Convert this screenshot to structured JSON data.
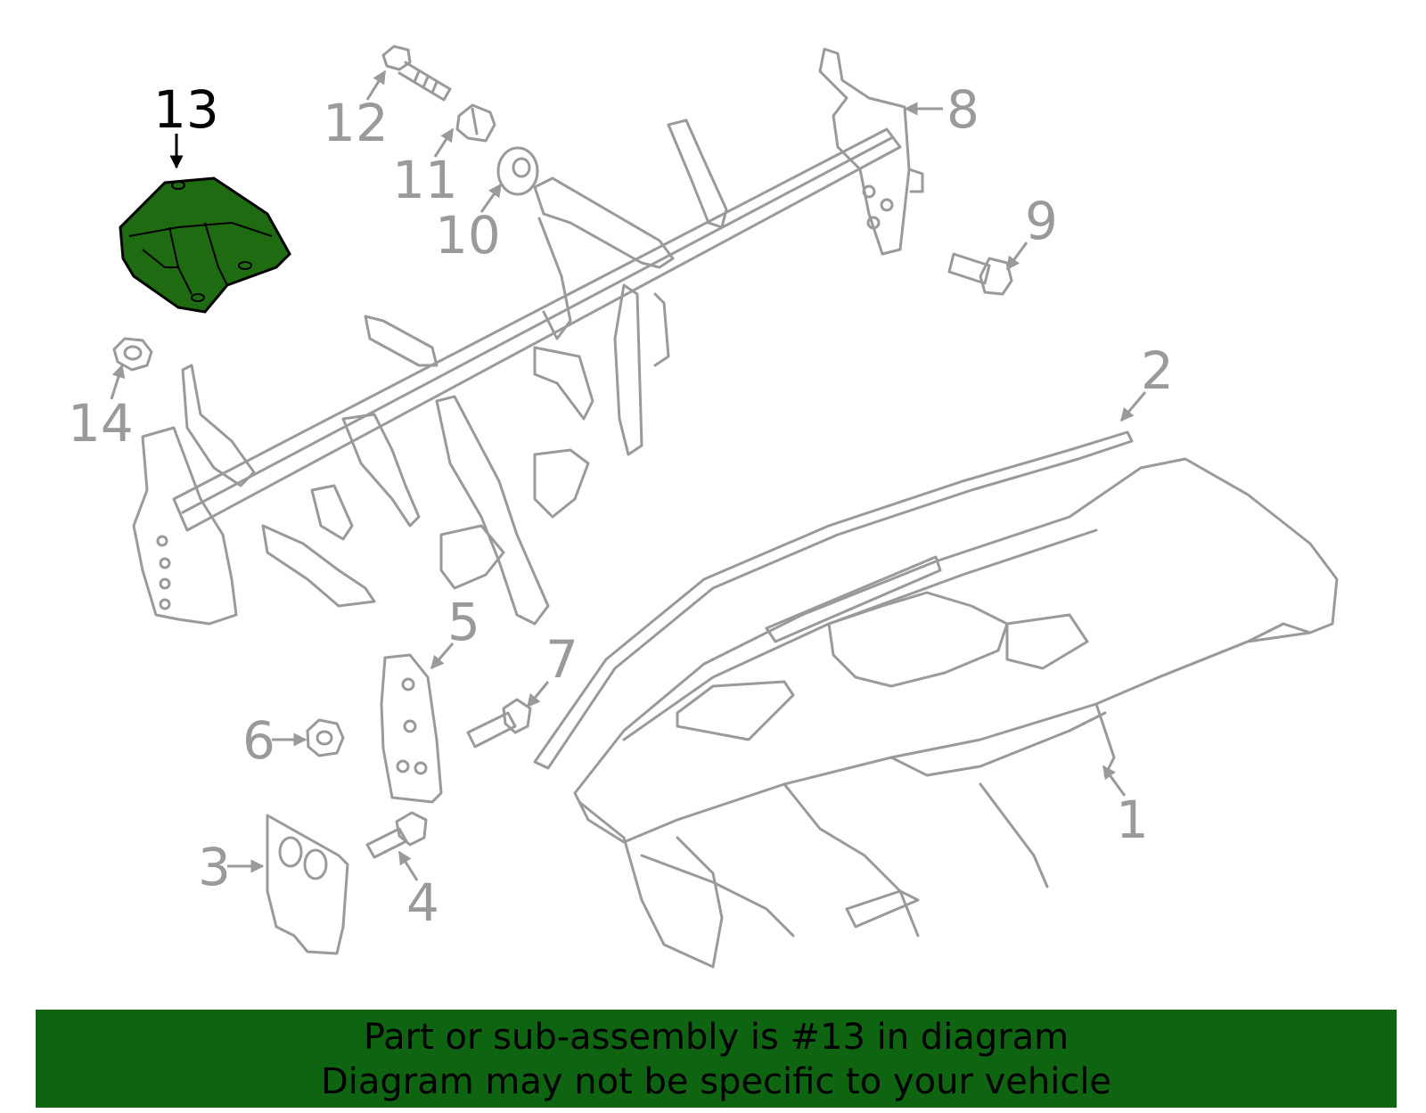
{
  "callouts": {
    "c1": "1",
    "c2": "2",
    "c3": "3",
    "c4": "4",
    "c5": "5",
    "c6": "6",
    "c7": "7",
    "c8": "8",
    "c9": "9",
    "c10": "10",
    "c11": "11",
    "c12": "12",
    "c13": "13",
    "c14": "14"
  },
  "highlight": {
    "part": "13",
    "color": "#1e6b12"
  },
  "banner": {
    "line1": "Part or sub-assembly is #13 in diagram",
    "line2": "Diagram may not be specific to your vehicle",
    "color": "#0f6412"
  }
}
